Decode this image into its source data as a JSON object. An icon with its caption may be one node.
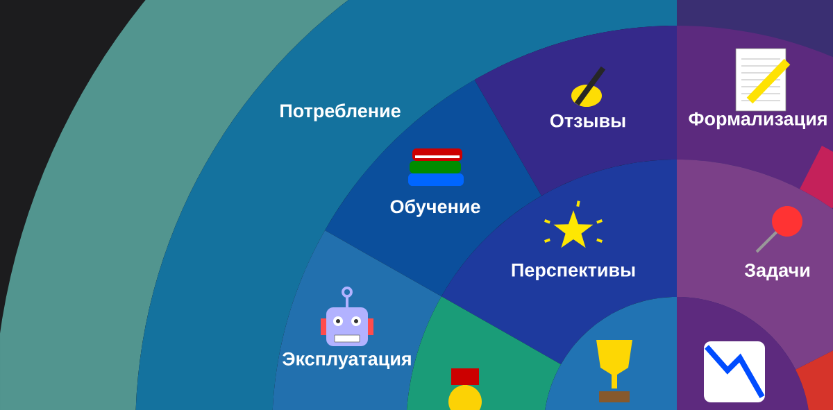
{
  "diagram": {
    "nodes": [
      {
        "text": [
          "Потребление"
        ]
      },
      {
        "text": [
          "Отзывы"
        ]
      },
      {
        "text": [
          "Обучение"
        ]
      },
      {
        "text": [
          "Эксплуатация"
        ]
      },
      {
        "text": [
          "Перспективы"
        ]
      },
      {
        "text": [],
        "shape": "band"
      },
      {
        "text": [],
        "shape": "band"
      },
      {
        "text": [
          "Формализация"
        ]
      },
      {
        "text": [
          "Задачи"
        ]
      },
      {
        "text": [],
        "shape": "band"
      },
      {
        "text": [],
        "shape": "band"
      },
      {
        "text": [],
        "shape": "band"
      }
    ]
  }
}
